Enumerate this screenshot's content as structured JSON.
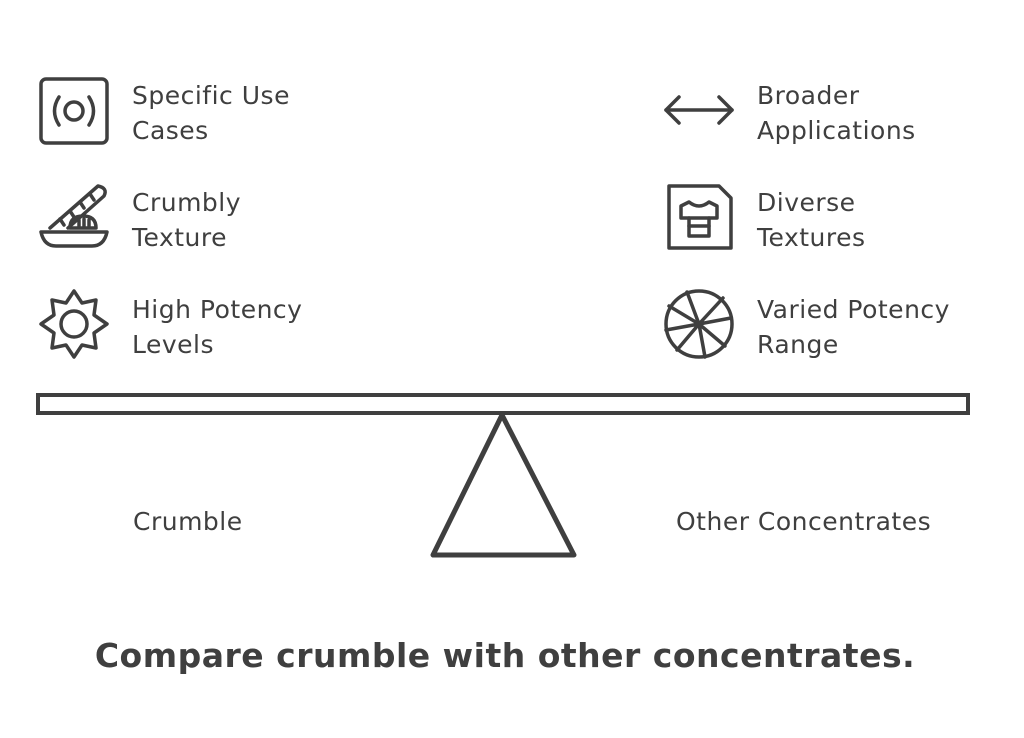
{
  "left_items": [
    {
      "line1": "Specific Use",
      "line2": "Cases",
      "icon": "target-frame-icon"
    },
    {
      "line1": "Crumbly",
      "line2": "Texture",
      "icon": "bread-icon"
    },
    {
      "line1": "High Potency",
      "line2": "Levels",
      "icon": "sun-icon"
    }
  ],
  "right_items": [
    {
      "line1": "Broader",
      "line2": "Applications",
      "icon": "double-arrow-icon"
    },
    {
      "line1": "Diverse",
      "line2": "Textures",
      "icon": "shirt-card-icon"
    },
    {
      "line1": "Varied Potency",
      "line2": "Range",
      "icon": "wheel-icon"
    }
  ],
  "left_label": "Crumble",
  "right_label": "Other Concentrates",
  "title": "Compare crumble with other concentrates.",
  "colors": {
    "ink": "#3f3f3f",
    "background": "#ffffff"
  }
}
